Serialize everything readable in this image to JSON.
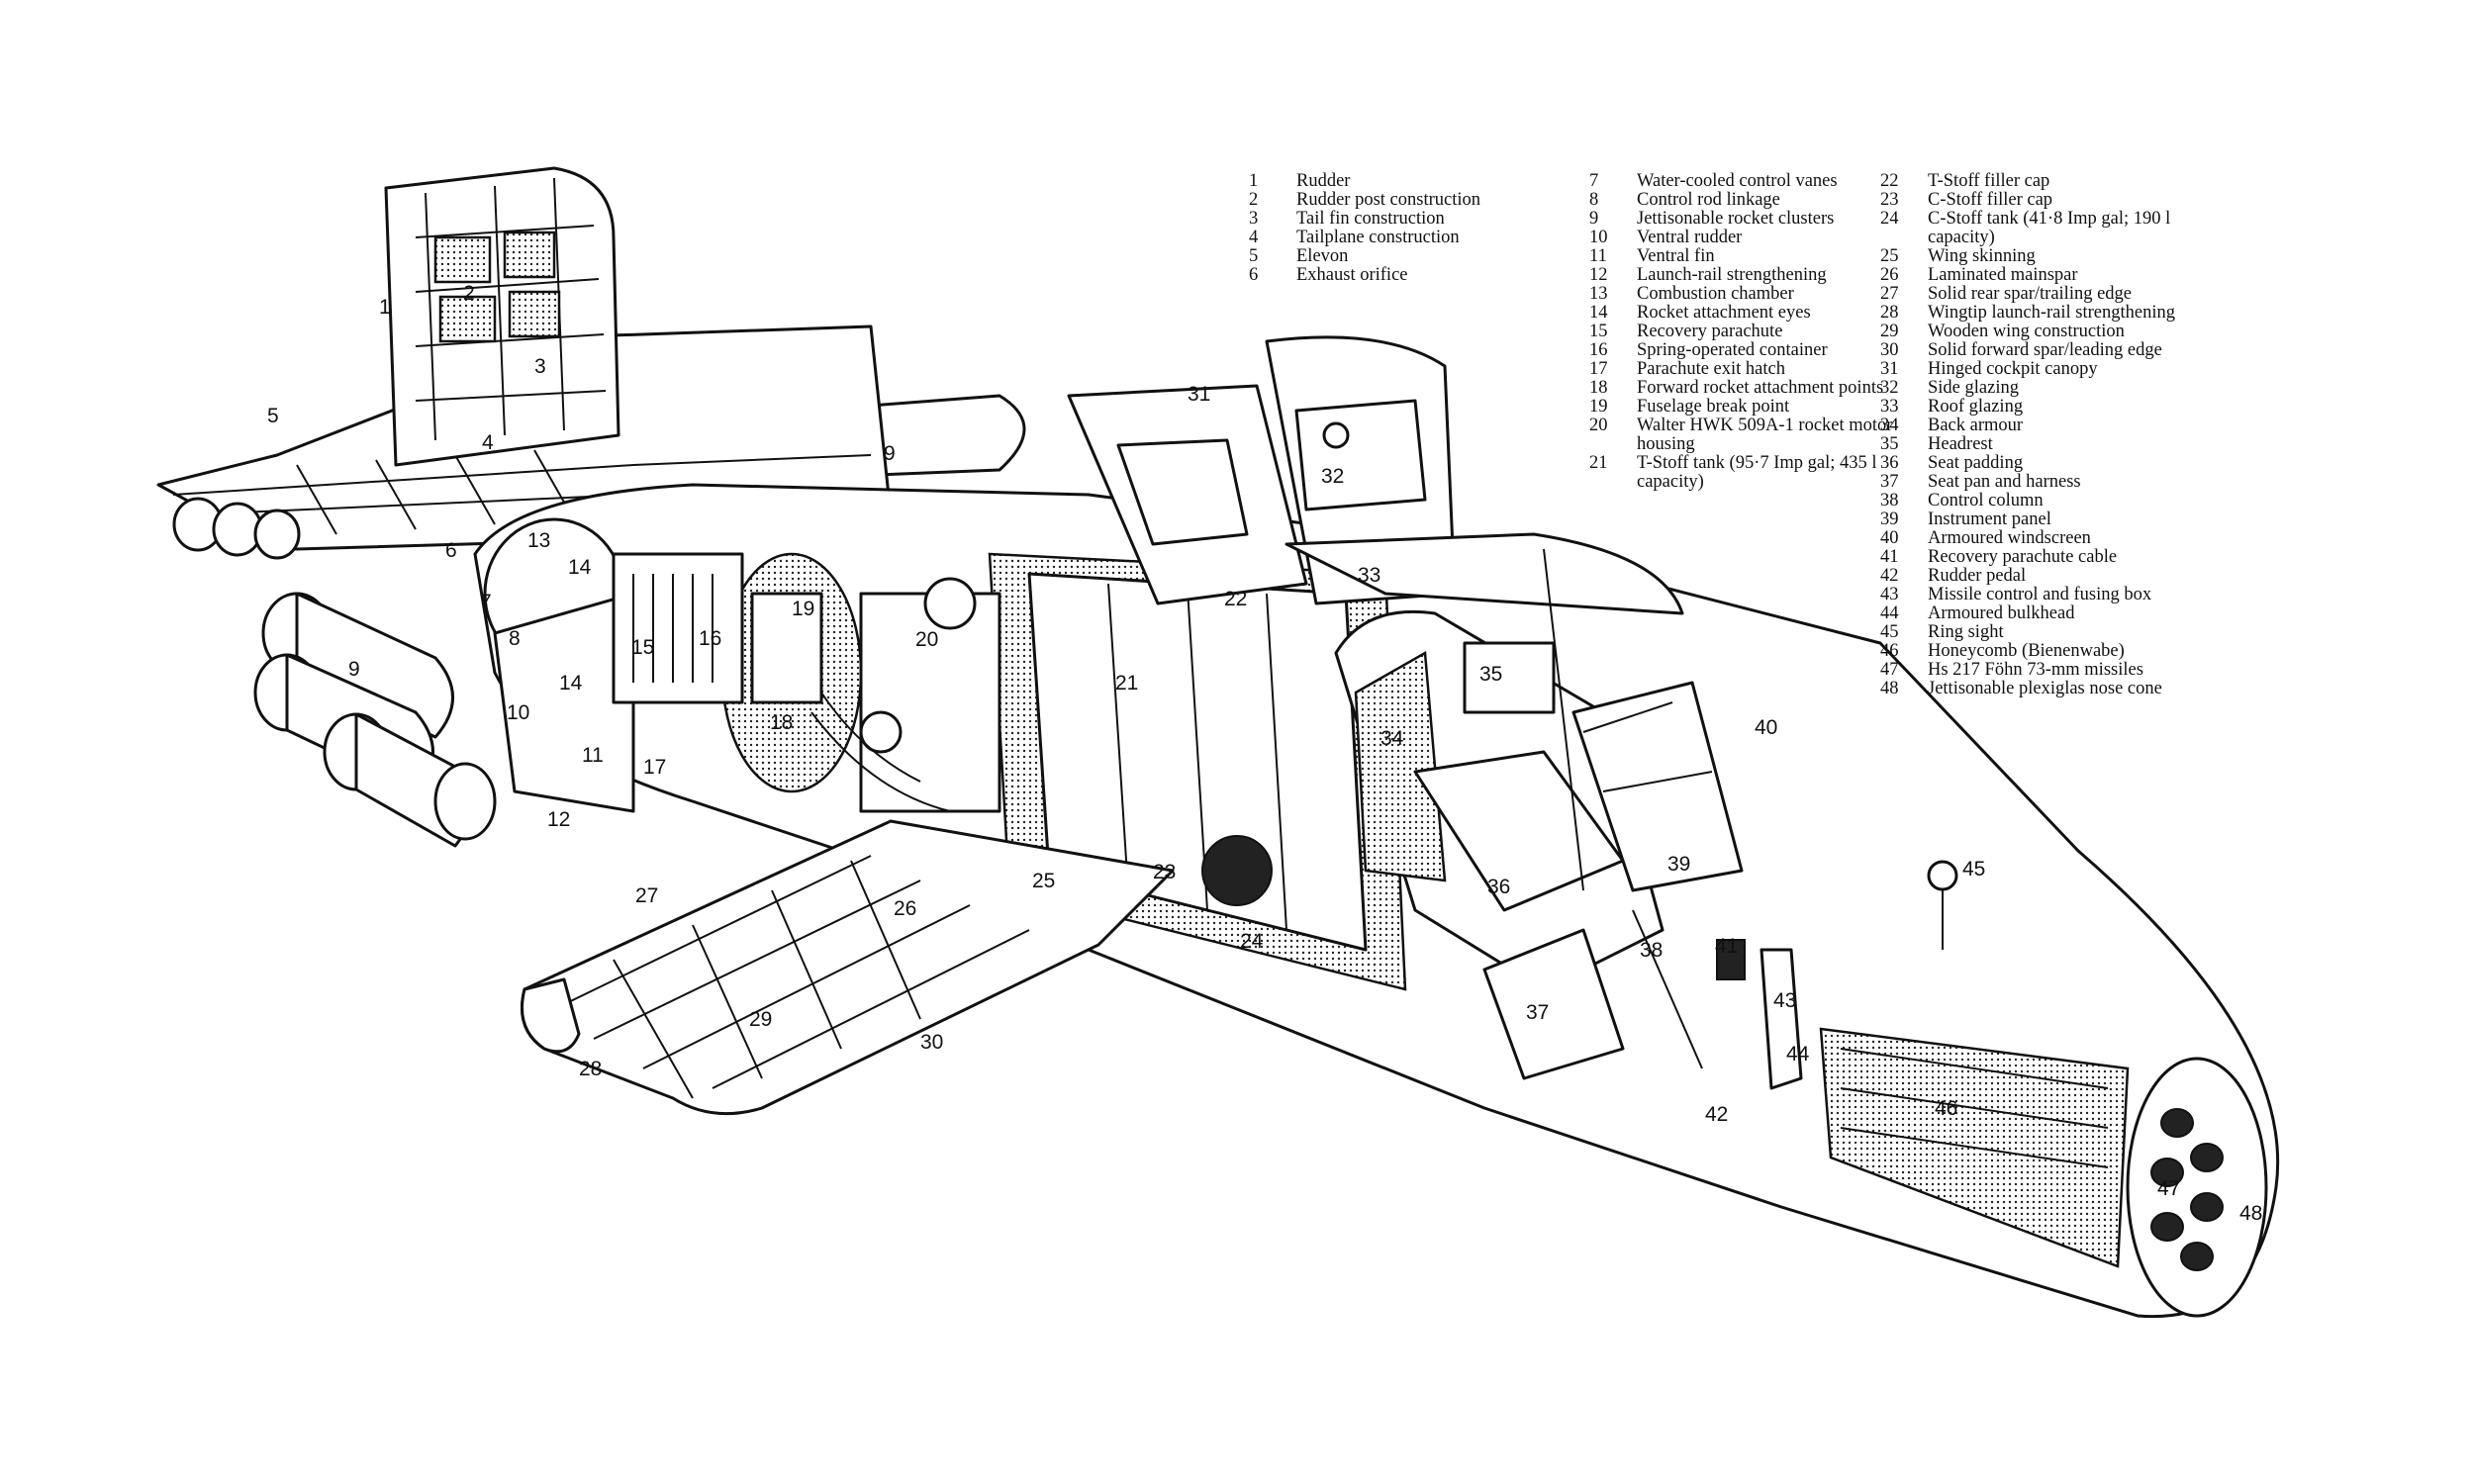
{
  "key": {
    "column1": [
      {
        "n": "1",
        "label": "Rudder"
      },
      {
        "n": "2",
        "label": "Rudder post construction"
      },
      {
        "n": "3",
        "label": "Tail fin construction"
      },
      {
        "n": "4",
        "label": "Tailplane construction"
      },
      {
        "n": "5",
        "label": "Elevon"
      },
      {
        "n": "6",
        "label": "Exhaust orifice"
      }
    ],
    "column2": [
      {
        "n": "7",
        "label": "Water-cooled control vanes"
      },
      {
        "n": "8",
        "label": "Control rod linkage"
      },
      {
        "n": "9",
        "label": "Jettisonable rocket clusters"
      },
      {
        "n": "10",
        "label": "Ventral rudder"
      },
      {
        "n": "11",
        "label": "Ventral fin"
      },
      {
        "n": "12",
        "label": "Launch-rail strengthening"
      },
      {
        "n": "13",
        "label": "Combustion chamber"
      },
      {
        "n": "14",
        "label": "Rocket attachment eyes"
      },
      {
        "n": "15",
        "label": "Recovery parachute"
      },
      {
        "n": "16",
        "label": "Spring-operated container"
      },
      {
        "n": "17",
        "label": "Parachute exit hatch"
      },
      {
        "n": "18",
        "label": "Forward rocket attachment points"
      },
      {
        "n": "19",
        "label": "Fuselage break point"
      },
      {
        "n": "20",
        "label": "Walter HWK 509A-1 rocket motor housing"
      },
      {
        "n": "21",
        "label": "T-Stoff tank (95·7 Imp gal; 435 l capacity)"
      }
    ],
    "column3": [
      {
        "n": "22",
        "label": "T-Stoff filler cap"
      },
      {
        "n": "23",
        "label": "C-Stoff filler cap"
      },
      {
        "n": "24",
        "label": "C-Stoff tank (41·8 Imp gal; 190 l capacity)"
      },
      {
        "n": "25",
        "label": "Wing skinning"
      },
      {
        "n": "26",
        "label": "Laminated mainspar"
      },
      {
        "n": "27",
        "label": "Solid rear spar/trailing edge"
      },
      {
        "n": "28",
        "label": "Wingtip launch-rail strengthening"
      },
      {
        "n": "29",
        "label": "Wooden wing construction"
      },
      {
        "n": "30",
        "label": "Solid forward spar/leading edge"
      },
      {
        "n": "31",
        "label": "Hinged cockpit canopy"
      },
      {
        "n": "32",
        "label": "Side glazing"
      },
      {
        "n": "33",
        "label": "Roof glazing"
      },
      {
        "n": "34",
        "label": "Back armour"
      },
      {
        "n": "35",
        "label": "Headrest"
      },
      {
        "n": "36",
        "label": "Seat padding"
      },
      {
        "n": "37",
        "label": "Seat pan and harness"
      },
      {
        "n": "38",
        "label": "Control column"
      },
      {
        "n": "39",
        "label": "Instrument panel"
      },
      {
        "n": "40",
        "label": "Armoured windscreen"
      },
      {
        "n": "41",
        "label": "Recovery parachute cable"
      },
      {
        "n": "42",
        "label": "Rudder pedal"
      },
      {
        "n": "43",
        "label": "Missile control and fusing box"
      },
      {
        "n": "44",
        "label": "Armoured bulkhead"
      },
      {
        "n": "45",
        "label": "Ring sight"
      },
      {
        "n": "46",
        "label": "Honeycomb (Bienenwabe)"
      },
      {
        "n": "47",
        "label": "Hs 217 Föhn 73-mm missiles"
      },
      {
        "n": "48",
        "label": "Jettisonable plexiglas nose cone"
      }
    ]
  },
  "callouts": [
    "1",
    "2",
    "3",
    "4",
    "5",
    "6",
    "7",
    "8",
    "9",
    "9",
    "10",
    "11",
    "12",
    "13",
    "14",
    "14",
    "15",
    "16",
    "17",
    "18",
    "19",
    "20",
    "21",
    "22",
    "23",
    "24",
    "25",
    "26",
    "27",
    "28",
    "29",
    "30",
    "31",
    "32",
    "33",
    "34",
    "35",
    "36",
    "37",
    "38",
    "39",
    "40",
    "41",
    "42",
    "43",
    "44",
    "45",
    "46",
    "47",
    "48"
  ]
}
